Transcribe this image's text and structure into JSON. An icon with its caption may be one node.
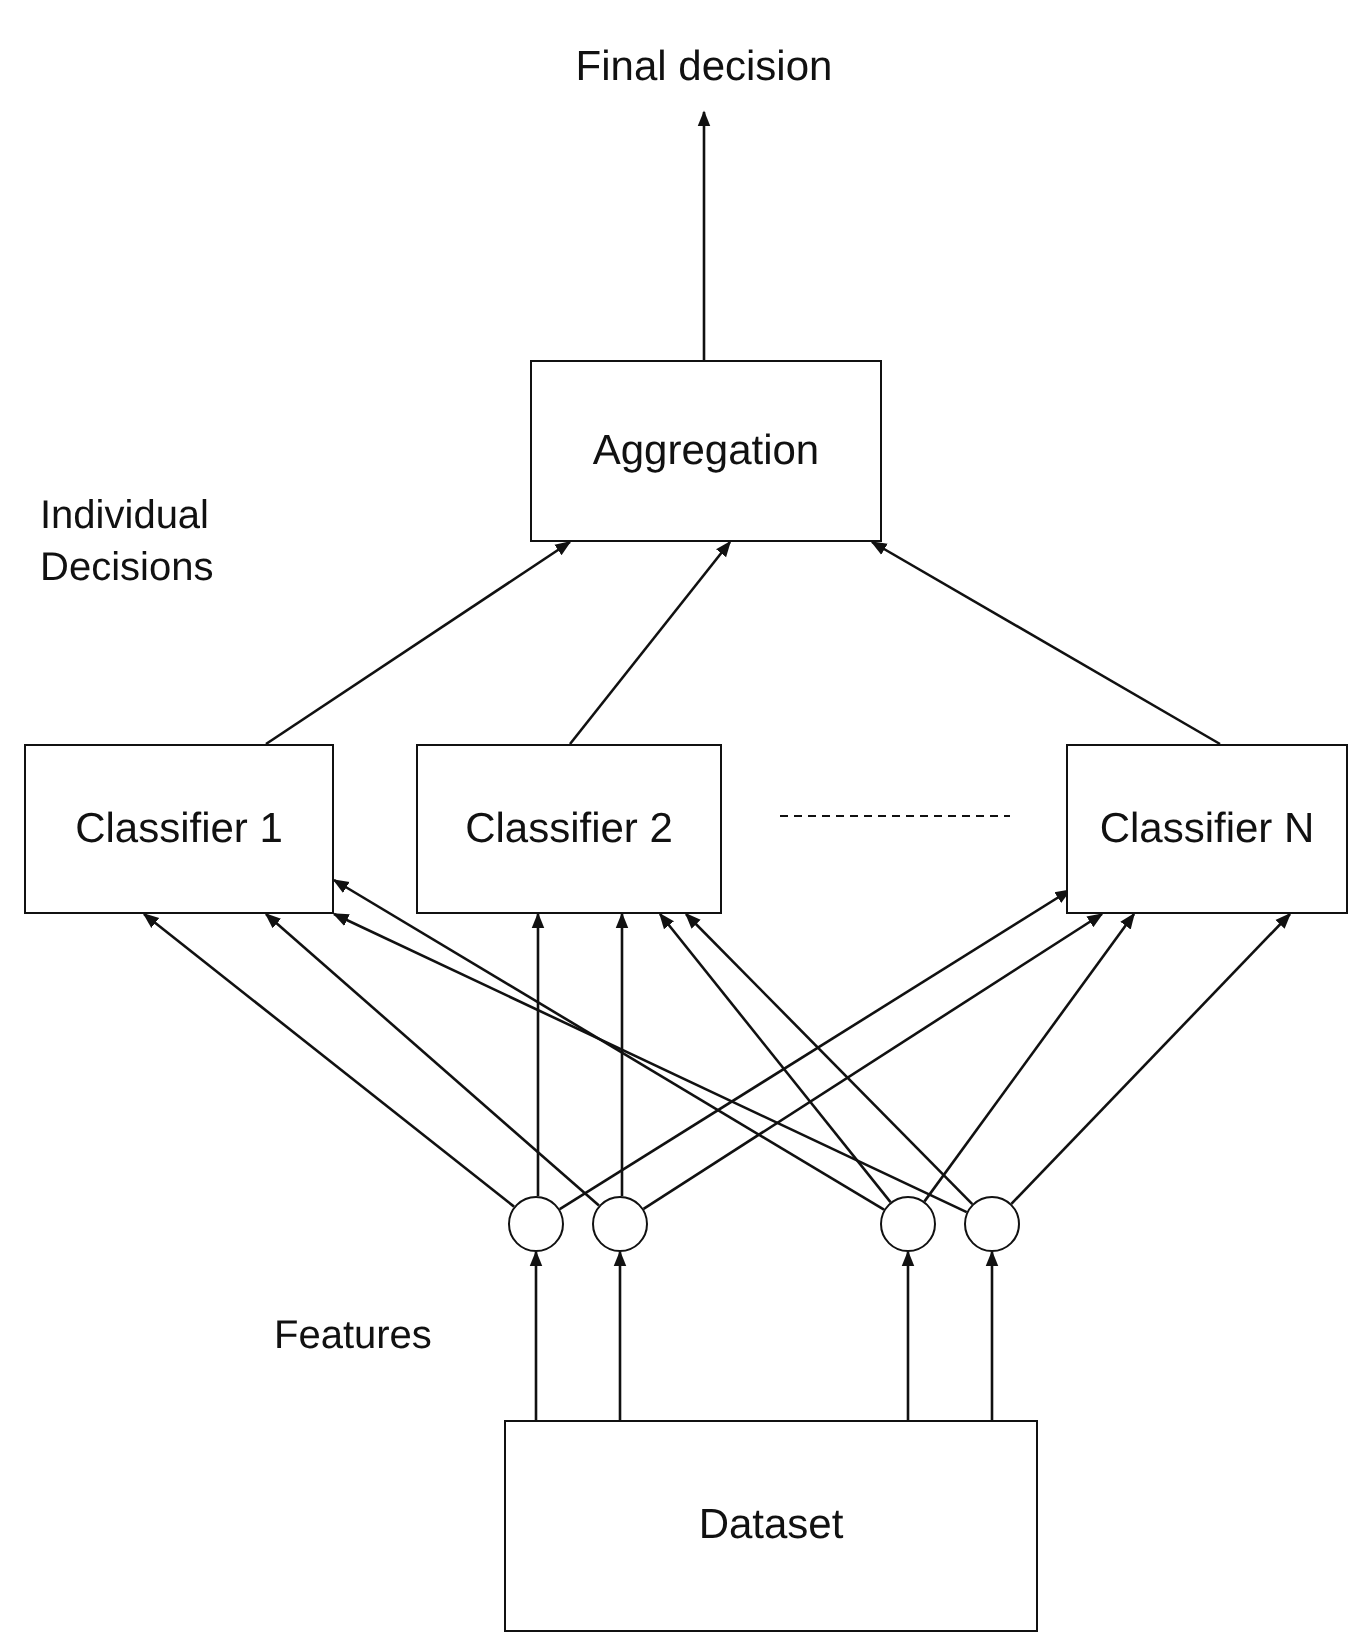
{
  "diagram": {
    "nodes": [
      {
        "text": [
          "Aggregation"
        ]
      },
      {
        "text": [
          "Classifier 1"
        ]
      },
      {
        "text": [
          "Classifier 2"
        ]
      },
      {
        "text": [
          "Classifier N"
        ]
      },
      {
        "text": [],
        "shape": "circle"
      },
      {
        "text": [],
        "shape": "circle"
      },
      {
        "text": [],
        "shape": "circle"
      },
      {
        "text": [],
        "shape": "circle"
      },
      {
        "text": [
          "Dataset"
        ]
      },
      {
        "text": [
          "Final decision"
        ]
      }
    ],
    "edges": [
      {
        "from": 0,
        "to": 9,
        "arrow": "to"
      },
      {
        "from": 1,
        "to": 0,
        "arrow": "to"
      },
      {
        "from": 2,
        "to": 0,
        "arrow": "to"
      },
      {
        "from": 3,
        "to": 0,
        "arrow": "to"
      },
      {
        "from": 2,
        "to": 3,
        "arrow": "none",
        "style": "dashed"
      },
      {
        "from": 8,
        "to": 4,
        "arrow": "to"
      },
      {
        "from": 8,
        "to": 5,
        "arrow": "to"
      },
      {
        "from": 8,
        "to": 6,
        "arrow": "to"
      },
      {
        "from": 8,
        "to": 7,
        "arrow": "to"
      },
      {
        "from": 4,
        "to": 1,
        "arrow": "to"
      },
      {
        "from": 4,
        "to": 2,
        "arrow": "to"
      },
      {
        "from": 4,
        "to": 3,
        "arrow": "to"
      },
      {
        "from": 5,
        "to": 1,
        "arrow": "to"
      },
      {
        "from": 5,
        "to": 2,
        "arrow": "to"
      },
      {
        "from": 5,
        "to": 3,
        "arrow": "to"
      },
      {
        "from": 6,
        "to": 1,
        "arrow": "to"
      },
      {
        "from": 6,
        "to": 2,
        "arrow": "to"
      },
      {
        "from": 6,
        "to": 3,
        "arrow": "to"
      },
      {
        "from": 7,
        "to": 1,
        "arrow": "to"
      },
      {
        "from": 7,
        "to": 2,
        "arrow": "to"
      },
      {
        "from": 7,
        "to": 3,
        "arrow": "to"
      }
    ],
    "labels": [
      "Individual Decisions",
      "Features"
    ]
  }
}
